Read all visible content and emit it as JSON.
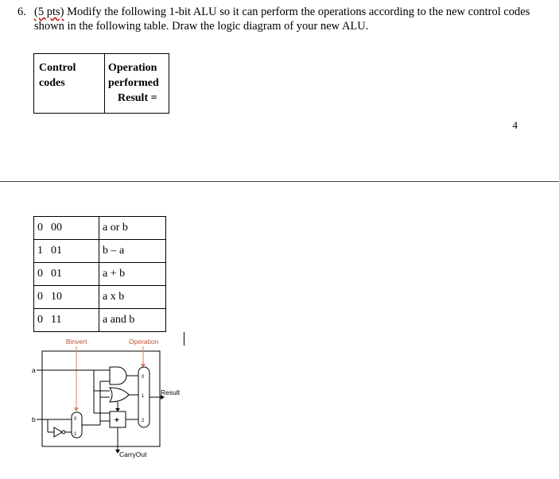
{
  "question": {
    "number": "6.",
    "points": "(5 pts)",
    "text": "Modify the following 1-bit ALU so it can perform the operations according to the new control codes shown in the following table. Draw the logic diagram of your new ALU."
  },
  "table_header": {
    "col1_line1": "Control",
    "col1_line2": "codes",
    "col2_line1": "Operation",
    "col2_line2": "performed",
    "col2_line3": "Result ="
  },
  "page_number": "4",
  "operations": [
    {
      "bit": "0",
      "code": "00",
      "op": "a or b"
    },
    {
      "bit": "1",
      "code": "01",
      "op": "b – a"
    },
    {
      "bit": "0",
      "code": "01",
      "op": "a + b"
    },
    {
      "bit": "0",
      "code": "10",
      "op": "a x b"
    },
    {
      "bit": "0",
      "code": "11",
      "op": "a and b"
    }
  ],
  "diagram": {
    "binvert": "Binvert",
    "operation": "Operation",
    "input_a": "a",
    "input_b": "b",
    "result": "Result",
    "carryout": "CarryOut",
    "plus": "+",
    "mux_in_0": "0",
    "mux_in_1": "1",
    "mux_in_2": "2",
    "bmux_0": "0",
    "bmux_1": "1"
  },
  "colors": {
    "signal_lines": "#e08060",
    "wires": "#000000"
  }
}
